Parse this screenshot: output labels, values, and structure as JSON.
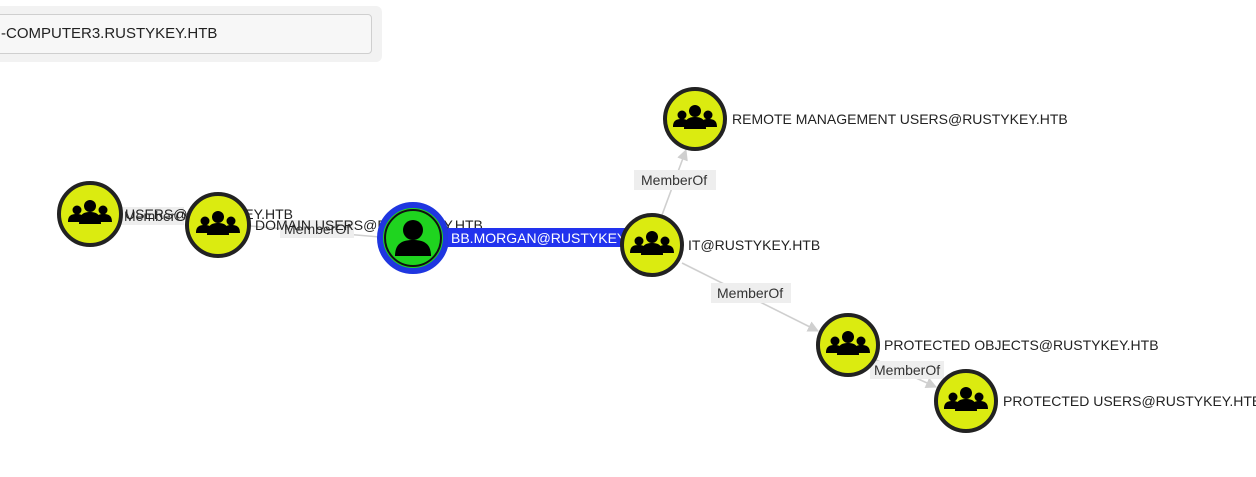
{
  "search": {
    "value": "-COMPUTER3.RUSTYKEY.HTB"
  },
  "colors": {
    "group_node": "#dbeb10",
    "user_node": "#1fd41f",
    "selected_ring": "#1f36e0",
    "node_border": "#222222",
    "edge": "#cfcfcf",
    "selected_label_bg": "#2233ee"
  },
  "icons": {
    "group": "users-group-icon",
    "user": "user-icon"
  },
  "nodes": {
    "users": {
      "label": "USERS@RUSTYKEY.HTB",
      "type": "group"
    },
    "domain_users": {
      "label": "DOMAIN USERS@RUSTYKEY.HTB",
      "type": "group"
    },
    "bb_morgan": {
      "label": "BB.MORGAN@RUSTYKEY.HTB",
      "type": "user"
    },
    "it": {
      "label": "IT@RUSTYKEY.HTB",
      "type": "group"
    },
    "remote_mgmt": {
      "label": "REMOTE MANAGEMENT USERS@RUSTYKEY.HTB",
      "type": "group"
    },
    "protected_objects": {
      "label": "PROTECTED OBJECTS@RUSTYKEY.HTB",
      "type": "group"
    },
    "protected_users": {
      "label": "PROTECTED USERS@RUSTYKEY.HTB",
      "type": "group"
    }
  },
  "edges": {
    "domain_users_to_users": "MemberOf",
    "bb_morgan_to_domain_users": "MemberOf",
    "it_to_remote_mgmt": "MemberOf",
    "it_to_protected_objects": "MemberOf",
    "protected_objects_to_protected_users": "MemberOf"
  }
}
